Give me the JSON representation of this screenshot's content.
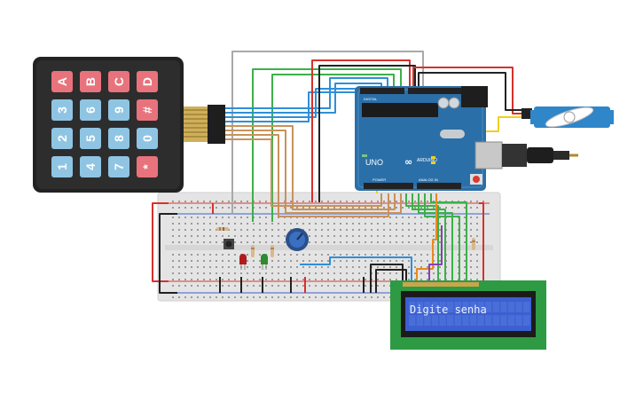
{
  "keypad": {
    "rows": [
      [
        "A",
        "B",
        "C",
        "D"
      ],
      [
        "3",
        "6",
        "9",
        "#"
      ],
      [
        "2",
        "5",
        "8",
        "0"
      ],
      [
        "1",
        "4",
        "7",
        "*"
      ]
    ],
    "key_colors": {
      "letters": "#e8737c",
      "digits": "#8fc5e3",
      "symbols": "#e8737c"
    }
  },
  "arduino": {
    "brand": "ARDUINO",
    "model": "UNO",
    "header_digital": "DIGITAL",
    "header_power": "POWER",
    "header_analog": "ANALOG IN",
    "board_color": "#2a6fa8"
  },
  "lcd": {
    "line1": "Digite senha",
    "line2": "",
    "screen_color": "#3c5fd1",
    "board_color": "#2e9a44"
  },
  "wire_colors": {
    "red": "#d6312c",
    "black": "#222222",
    "green": "#3cb04a",
    "blue": "#2f8fd8",
    "tan": "#c8925a",
    "orange": "#e98a1e",
    "purple": "#8a3fb4",
    "yellow": "#f0d020",
    "gray": "#a9a9a9"
  },
  "leds": [
    "red",
    "green"
  ]
}
